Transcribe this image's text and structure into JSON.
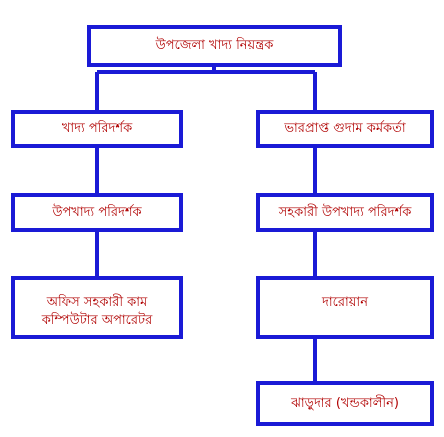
{
  "colors": {
    "border": "#1a1ad6",
    "text": "#b00000",
    "line": "#1a1ad6",
    "background": "#ffffff"
  },
  "chart": {
    "root": "উপজেলা খাদ্য নিয়ন্ত্রক",
    "left": [
      "খাদ্য পরিদর্শক",
      "উপখাদ্য পরিদর্শক",
      "অফিস সহকারী কাম\nকম্পিউটার অপারেটর"
    ],
    "right": [
      "ভারপ্রাপ্ত গুদাম কর্মকর্তা",
      "সহকারী উপখাদ্য পরিদর্শক",
      "দারোয়ান",
      "ঝাড়ুদার (খন্ডকালীন)"
    ]
  }
}
